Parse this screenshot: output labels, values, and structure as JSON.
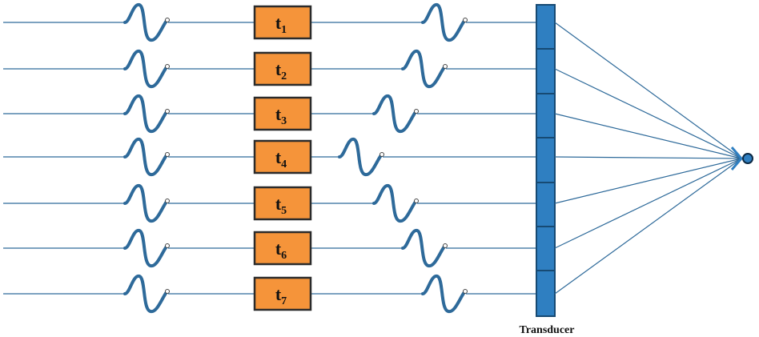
{
  "diagram": {
    "delays": [
      {
        "base": "t",
        "sub": "1"
      },
      {
        "base": "t",
        "sub": "2"
      },
      {
        "base": "t",
        "sub": "3"
      },
      {
        "base": "t",
        "sub": "4"
      },
      {
        "base": "t",
        "sub": "5"
      },
      {
        "base": "t",
        "sub": "6"
      },
      {
        "base": "t",
        "sub": "7"
      }
    ],
    "transducer_label": "Transducer",
    "colors": {
      "line": "#2e6a9a",
      "delay_fill": "#f5943a",
      "delay_stroke": "#2b2b2b",
      "element_fill": "#2f7fc1",
      "element_stroke": "#174a73",
      "focus_fill": "#2f7fc1"
    }
  }
}
